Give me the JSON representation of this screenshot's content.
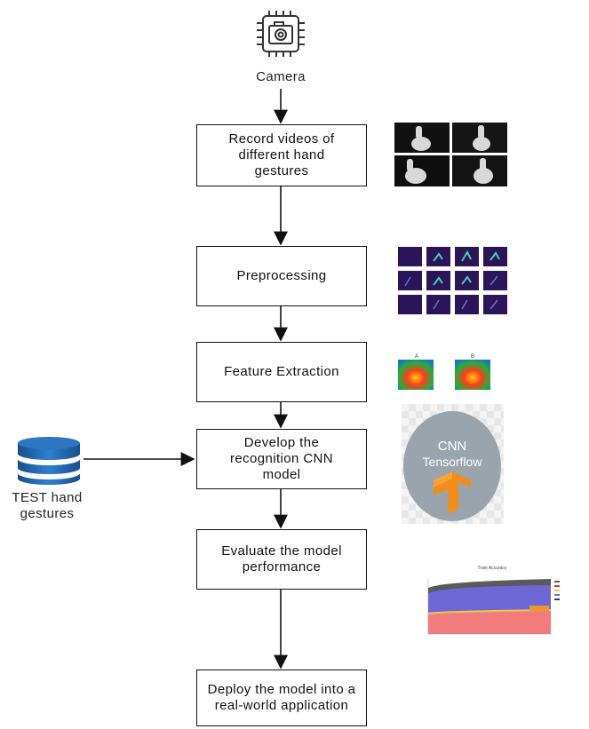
{
  "camera": {
    "label": "Camera",
    "icon": "camera-chip-icon"
  },
  "steps": [
    {
      "id": "record",
      "text": "Record videos of different hand gestures"
    },
    {
      "id": "preprocessing",
      "text": "Preprocessing"
    },
    {
      "id": "feature",
      "text": "Feature Extraction"
    },
    {
      "id": "develop",
      "text": "Develop the recognition CNN model"
    },
    {
      "id": "evaluate",
      "text": "Evaluate the model performance"
    },
    {
      "id": "deploy",
      "text": "Deploy the model into a real-world application"
    }
  ],
  "test_data": {
    "label": "TEST hand gestures",
    "icon": "database-icon"
  },
  "images": {
    "gestures": "hand-gesture-photos",
    "preprocessed": "preprocessed-frames",
    "heatmaps": {
      "left": "A",
      "right": "B"
    },
    "cnn_logo": {
      "line1": "CNN",
      "line2": "Tensorflow"
    },
    "accuracy_chart": {
      "title": "Train Accuracy"
    }
  },
  "colors": {
    "db_blue": "#1f66b0",
    "stroke": "#111111",
    "logo_grey": "#9aa4ac",
    "tf_orange": "#f28c1a"
  }
}
